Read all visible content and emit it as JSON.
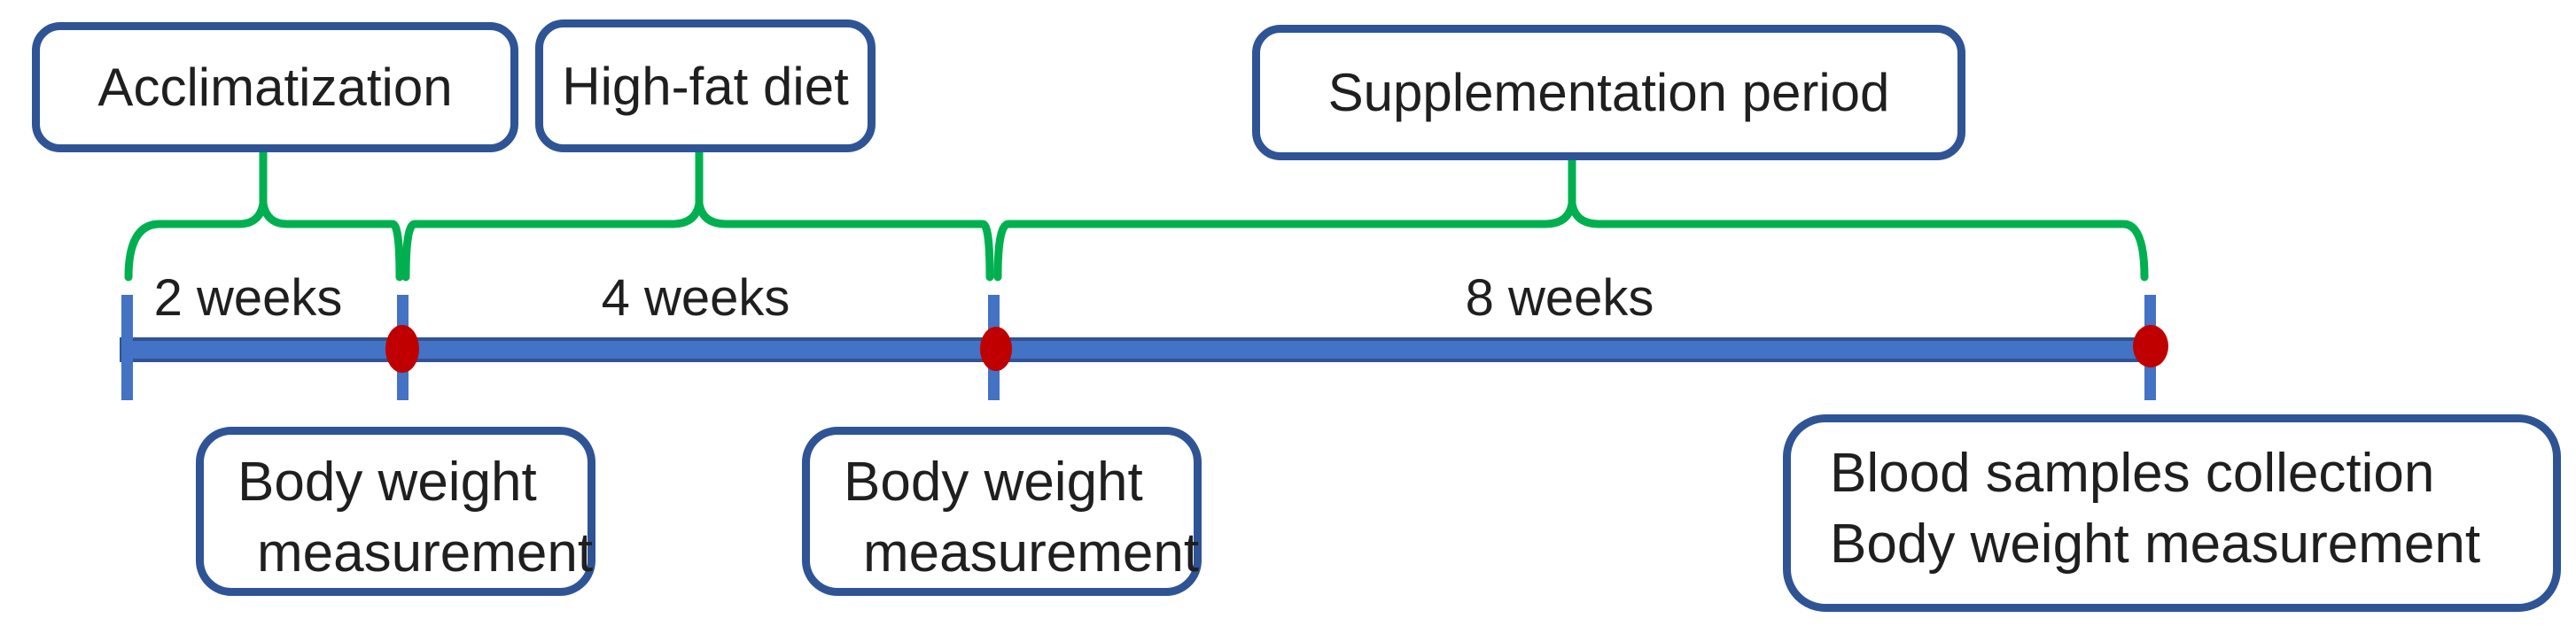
{
  "figure": {
    "type": "experimental-design-timeline",
    "phases": [
      {
        "label": "Acclimatization",
        "duration": "2 weeks"
      },
      {
        "label": "High-fat diet",
        "duration": "4 weeks"
      },
      {
        "label": "Supplementation period",
        "duration": "8 weeks"
      }
    ],
    "events": [
      {
        "lines": [
          "Body weight",
          "measurement"
        ]
      },
      {
        "lines": [
          "Body weight",
          "measurement"
        ]
      },
      {
        "lines": [
          "Blood samples collection",
          "Body weight measurement"
        ]
      }
    ],
    "colors": {
      "box_border": "#2F5496",
      "timeline_fill": "#4472C4",
      "timeline_edge": "#2F5496",
      "brace_green": "#00B050",
      "marker_red": "#C00000",
      "text": "#1F1F1F"
    }
  }
}
